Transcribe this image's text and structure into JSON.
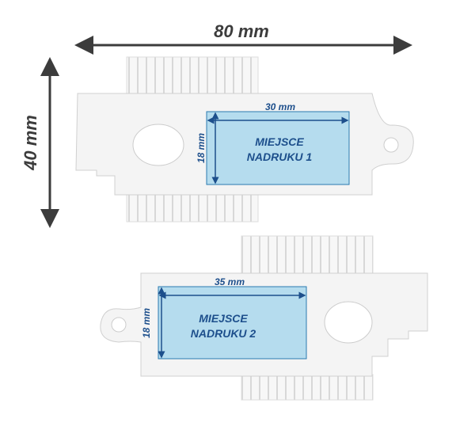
{
  "dimensions": {
    "width_label": "80 mm",
    "height_label": "40 mm"
  },
  "print_area_1": {
    "width_label": "30 mm",
    "height_label": "18 mm",
    "title_line1": "MIEJSCE",
    "title_line2": "NADRUKU 1"
  },
  "print_area_2": {
    "width_label": "35 mm",
    "height_label": "18 mm",
    "title_line1": "MIEJSCE",
    "title_line2": "NADRUKU 2"
  },
  "colors": {
    "arrow": "#3c3c3c",
    "print_fill": "#b5dcee",
    "print_stroke": "#2a7ab0",
    "print_text": "#1d4f8c",
    "plastic": "#f4f4f4"
  }
}
